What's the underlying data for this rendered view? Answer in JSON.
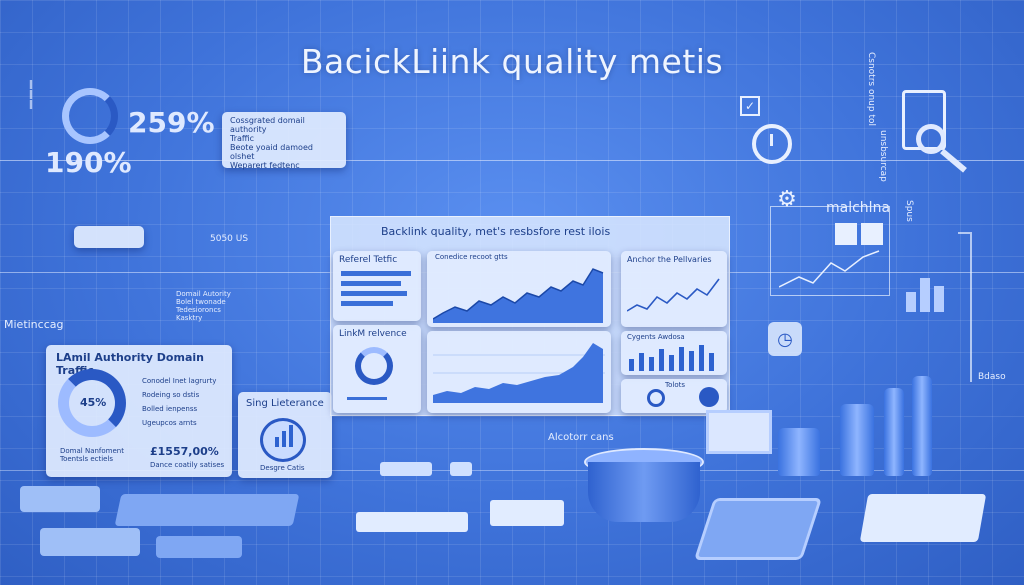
{
  "title": "BacickLiink quality metis",
  "left_stats": {
    "stat_top": "259%",
    "stat_bottom": "190%",
    "note_lines": [
      "Cossgrated domail authority",
      "Traffic",
      "Beote yoaid damoed olshet",
      "Weparert fedtenc"
    ],
    "mid_label": "5050 US",
    "list_lines": [
      "Domail Autority",
      "Bolel twonade",
      "Tedesioroncs",
      "Kasktry"
    ],
    "side_vertical": "Mietinccag"
  },
  "authority_card": {
    "title": "LAmil Authority Domain Traffic",
    "percent": "45%",
    "legend": [
      "Conodel Inet lagrurty",
      "Rodeing so dstis",
      "Bolled ienpenss",
      "Ugeupcos arnts"
    ],
    "footer_left": [
      "Domal Nanfoment",
      "Toentsls ectiels"
    ],
    "amount": "£1557,00%",
    "amount_sub": "Dance coatily satises"
  },
  "single_card": {
    "title": "Sing Lieterance",
    "caption": "Desgre Catis"
  },
  "dashboard": {
    "header": "Backlink quality, met's resbsfore rest ilois",
    "referral_label": "Referel Tetfic",
    "link_label": "LinkM relvence",
    "chart_a_label": "Conedice recoot gtts",
    "anchor_label": "Anchor the Pellvaries",
    "cygents_label": "Cygents Awdosa",
    "tools_label": "Tolots"
  },
  "right_side": {
    "matching": "malchlna",
    "vertical_a": "Csnotrs onup tol",
    "vertical_b": "unsbsurcap",
    "vertical_c": "Spus",
    "bottom_right": "Bdaso"
  },
  "desk_label": "Alcotorr cans",
  "colors": {
    "bg": "#3a6fd8",
    "card": "#e1ecff",
    "accent": "#2d62d0"
  }
}
